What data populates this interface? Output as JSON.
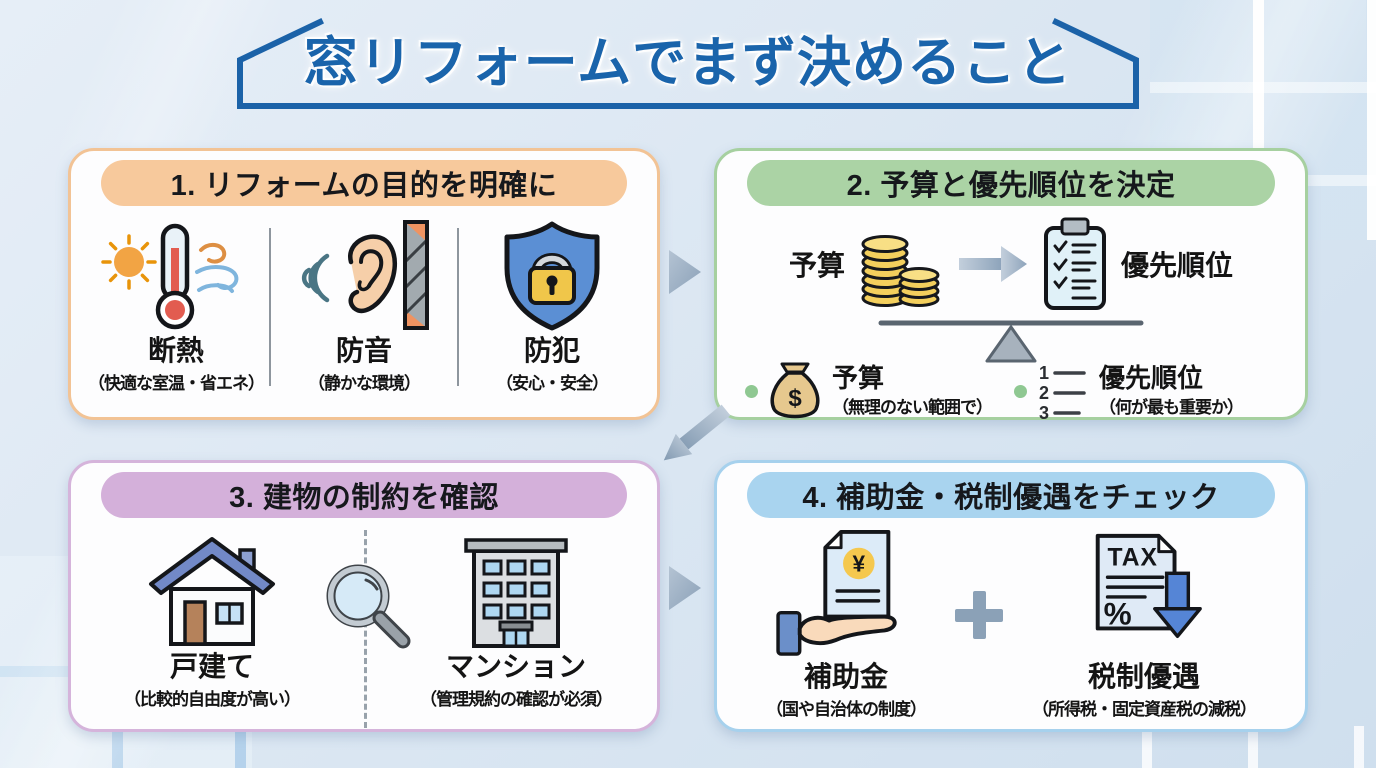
{
  "title": "窓リフォームでまず決めること",
  "cards": {
    "goal": {
      "header": "1. リフォームの目的を明確に",
      "items": [
        {
          "label": "断熱",
          "sub": "（快適な室温・省エネ）",
          "icon": "insulation-icon"
        },
        {
          "label": "防音",
          "sub": "（静かな環境）",
          "icon": "soundproof-icon"
        },
        {
          "label": "防犯",
          "sub": "（安心・安全）",
          "icon": "security-icon"
        }
      ]
    },
    "budget": {
      "header": "2. 予算と優先順位を決定",
      "scale": {
        "left_label": "予算",
        "right_label": "優先順位"
      },
      "moneybag_symbol": "$",
      "list_numbers": [
        "1",
        "2",
        "3"
      ],
      "bullets": [
        {
          "label": "予算",
          "sub": "（無理のない範囲で）"
        },
        {
          "label": "優先順位",
          "sub": "（何が最も重要か）"
        }
      ]
    },
    "building": {
      "header": "3. 建物の制約を確認",
      "items": [
        {
          "label": "戸建て",
          "sub": "（比較的自由度が高い）",
          "icon": "house-icon"
        },
        {
          "label": "マンション",
          "sub": "（管理規約の確認が必須）",
          "icon": "apartment-icon"
        }
      ]
    },
    "subsidy": {
      "header": "4. 補助金・税制優遇をチェック",
      "plus": "+",
      "doc_symbol": "¥",
      "tax_label": "TAX",
      "items": [
        {
          "label": "補助金",
          "sub": "（国や自治体の制度）",
          "icon": "subsidy-hand-icon"
        },
        {
          "label": "税制優遇",
          "sub": "（所得税・固定資産税の減税）",
          "icon": "tax-doc-icon"
        }
      ]
    }
  },
  "colors": {
    "title_blue": "#1a64ab",
    "card_goal_accent": "#f7c99c",
    "card_budget_accent": "#abd3a5",
    "card_building_accent": "#d4b0da",
    "card_subsidy_accent": "#a9d4ef",
    "arrow_gray": "#9cb0c4",
    "bullet_green": "#8fc892"
  }
}
